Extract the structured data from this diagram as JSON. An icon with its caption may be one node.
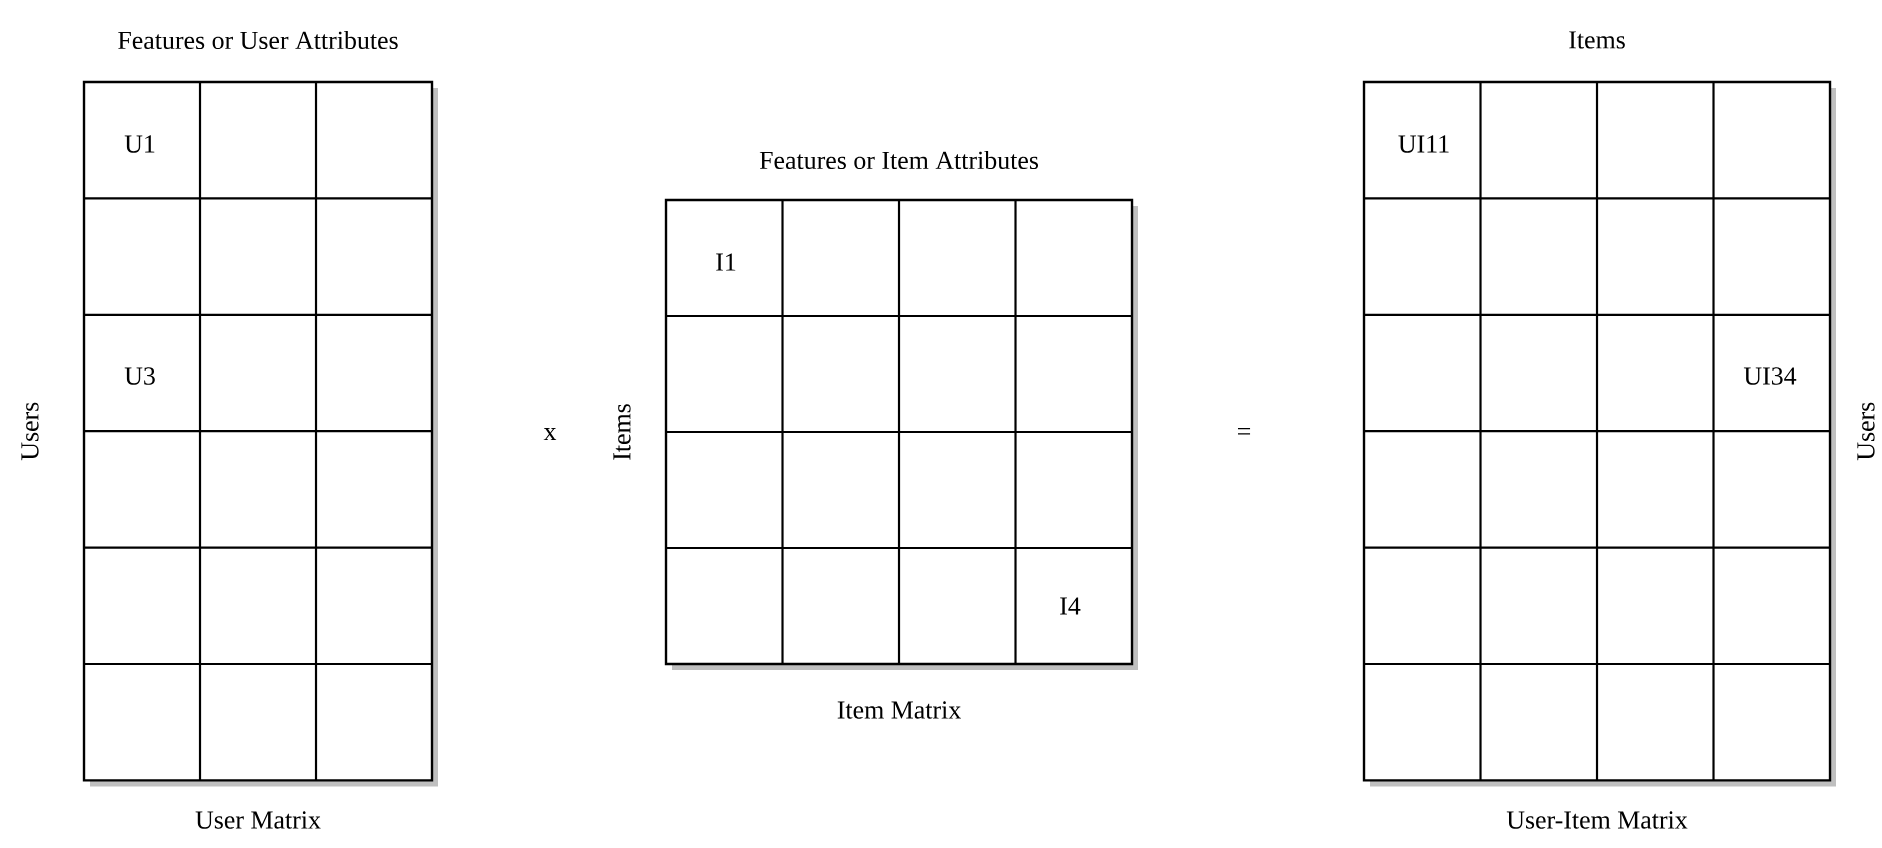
{
  "diagram": {
    "nodes": [
      {
        "text": [
          "Features or User Attributes",
          "User Matrix"
        ],
        "beside": [
          "Users"
        ]
      },
      {
        "text": [
          "Features or Item Attributes",
          "Item Matrix"
        ],
        "beside": [
          "Items"
        ]
      },
      {
        "text": [
          "Items",
          "User-Item Matrix"
        ],
        "beside": [
          "Users"
        ]
      }
    ],
    "edges": [],
    "labels": [
      "U1",
      "U3",
      "x",
      "I1",
      "I4",
      "=",
      "UI11",
      "UI34"
    ]
  }
}
